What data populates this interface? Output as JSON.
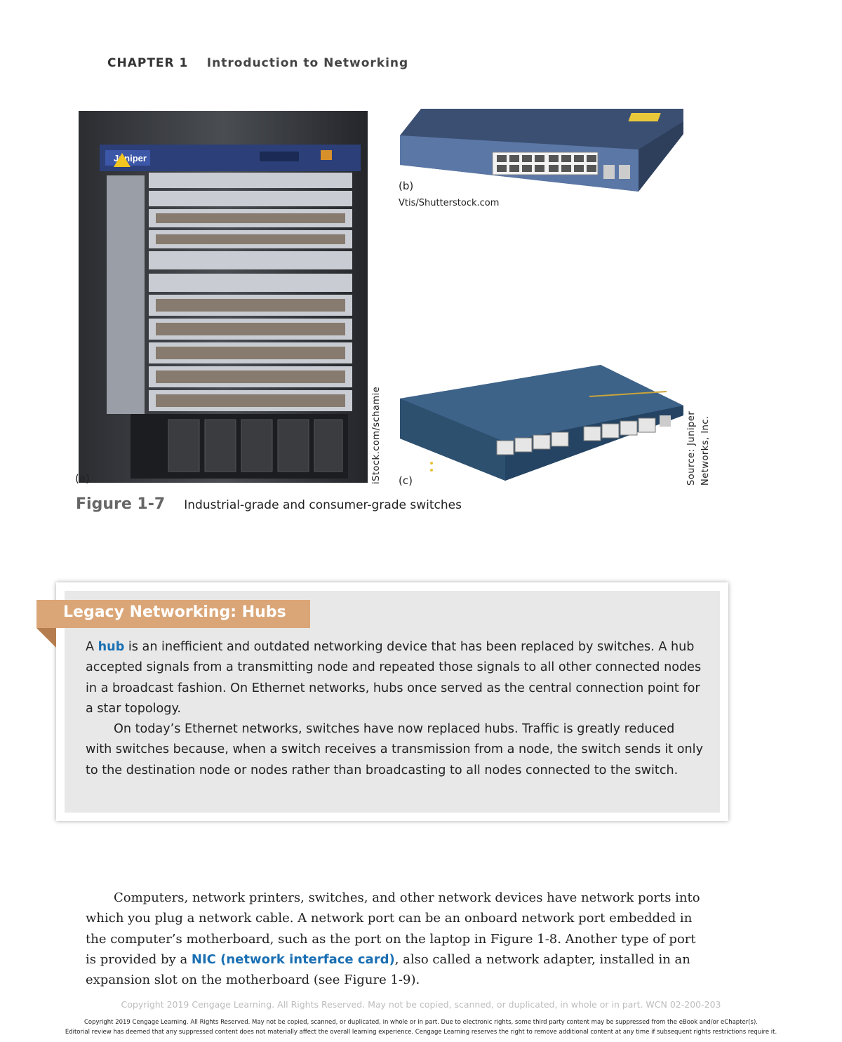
{
  "header": {
    "chapter_label": "CHAPTER 1",
    "chapter_title": "Introduction to Networking"
  },
  "figure": {
    "panel_a_label": "(a)",
    "panel_b_label": "(b)",
    "panel_c_label": "(c)",
    "credit_a": "iStock.com/schamie",
    "credit_b": "Vtis/Shutterstock.com",
    "credit_c_line1": "Source: Juniper",
    "credit_c_line2": "Networks, Inc.",
    "number": "Figure 1-7",
    "caption": "Industrial-grade and consumer-grade switches",
    "image_a_logo": "Juniper"
  },
  "sidebar": {
    "title": "Legacy Networking: Hubs",
    "p1_pre": "A ",
    "p1_term": "hub",
    "p1_post": " is an inefficient and outdated networking device that has been replaced by switches. A hub accepted signals from a transmitting node and repeated those signals to all other connected nodes in a broadcast fashion. On Ethernet networks, hubs once served as the central connection point for a star topology.",
    "p2": "On today’s Ethernet networks, switches have now replaced hubs. Traffic is greatly reduced with switches because, when a switch receives a transmission from a node, the switch sends it only to the destination node or nodes rather than broadcasting to all nodes connected to the switch."
  },
  "body": {
    "p1_pre": "Computers, network printers, switches, and other network devices have network ports into which you plug a network cable. A network port can be an onboard network port embedded in the computer’s motherboard, such as the port on the laptop in Figure 1-8. Another type of port is provided by a ",
    "p1_term": "NIC (network interface card)",
    "p1_post": ", also called a network adapter, installed in an expansion slot on the motherboard (see Figure 1-9)."
  },
  "footer": {
    "copyright": "Copyright 2019 Cengage Learning. All Rights Reserved. May not be copied, scanned, or duplicated, in whole or in part.  WCN 02-200-203",
    "fine1": "Copyright 2019 Cengage Learning. All Rights Reserved. May not be copied, scanned, or duplicated, in whole or in part. Due to electronic rights, some third party content may be suppressed from the eBook and/or eChapter(s).",
    "fine2": "Editorial review has deemed that any suppressed content does not materially affect the overall learning experience. Cengage Learning reserves the right to remove additional content at any time if subsequent rights restrictions require it."
  }
}
